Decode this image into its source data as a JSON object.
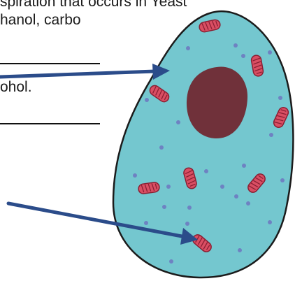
{
  "text": {
    "line1": "spiration that occurs in Yeast",
    "line2": "hanol, carbo",
    "line3": "ohol.",
    "line4": "."
  },
  "colors": {
    "cytoplasm": "#74C7CF",
    "membrane": "#1B1B1B",
    "nucleus": "#70313A",
    "mitochondria": "#D94E63",
    "granules": "#6E82C2",
    "arrows": "#2B4C8A"
  },
  "icons": {
    "cell": "yeast-cell-illustration",
    "organelle": "mitochondrion-icon"
  }
}
